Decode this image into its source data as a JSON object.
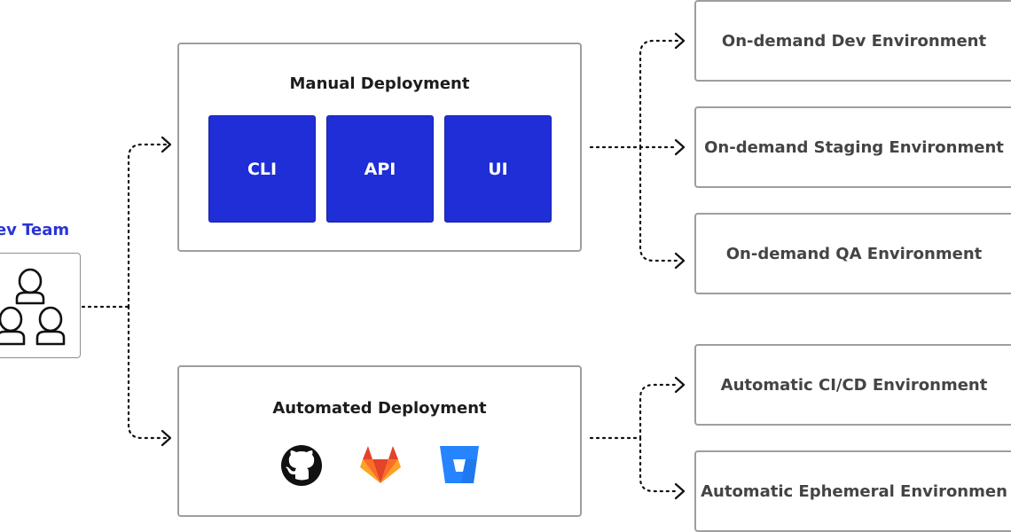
{
  "team": {
    "label": "Dev Team",
    "icon": "people-group-icon"
  },
  "manual": {
    "title": "Manual Deployment",
    "methods": [
      "CLI",
      "API",
      "UI"
    ]
  },
  "automated": {
    "title": "Automated Deployment",
    "logos": [
      "github-logo",
      "gitlab-logo",
      "bitbucket-logo"
    ]
  },
  "environments": [
    "On-demand Dev Environment",
    "On-demand Staging Environment",
    "On-demand QA Environment",
    "Automatic CI/CD Environment",
    "Automatic Ephemeral Environmen"
  ],
  "colors": {
    "accent": "#1f2ed6",
    "team_label": "#2a35d6",
    "border": "#9e9e9e",
    "env_text": "#444444",
    "gitlab": "#e24329",
    "bitbucket": "#2684ff"
  }
}
